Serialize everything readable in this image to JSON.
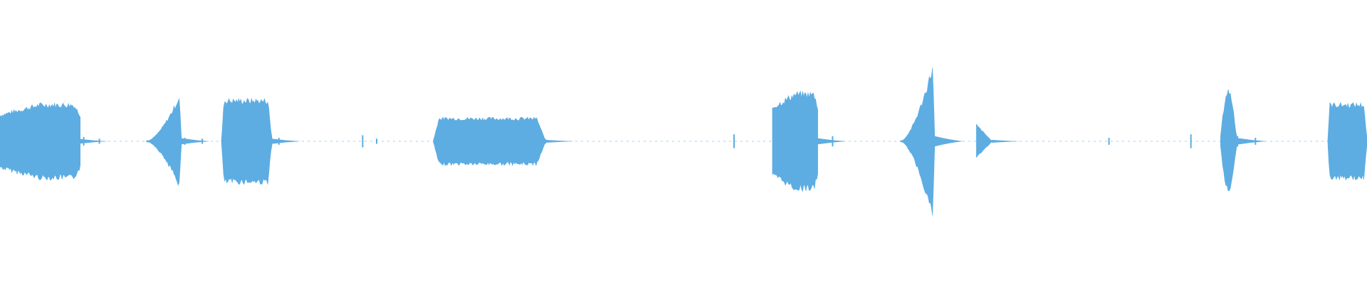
{
  "waveform": {
    "color": "#5dade2",
    "background": "#ffffff",
    "duration_units": 1568,
    "segments": [
      {
        "start": 0,
        "end": 92,
        "peak": 0.45,
        "shape": "plateau-swell"
      },
      {
        "start": 168,
        "end": 208,
        "peak": 0.6,
        "shape": "rise"
      },
      {
        "start": 254,
        "end": 312,
        "peak": 0.5,
        "shape": "plateau"
      },
      {
        "start": 497,
        "end": 626,
        "peak": 0.28,
        "shape": "plateau"
      },
      {
        "start": 886,
        "end": 938,
        "peak": 0.58,
        "shape": "plateau-swell"
      },
      {
        "start": 1033,
        "end": 1072,
        "peak": 1.0,
        "shape": "rise"
      },
      {
        "start": 1120,
        "end": 1138,
        "peak": 0.2,
        "shape": "decay"
      },
      {
        "start": 1400,
        "end": 1420,
        "peak": 0.62,
        "shape": "spike"
      },
      {
        "start": 1523,
        "end": 1568,
        "peak": 0.45,
        "shape": "plateau"
      }
    ],
    "blips": [
      {
        "pos": 96,
        "amp": 0.05
      },
      {
        "pos": 114,
        "amp": 0.03
      },
      {
        "pos": 212,
        "amp": 0.04
      },
      {
        "pos": 232,
        "amp": 0.03
      },
      {
        "pos": 320,
        "amp": 0.04
      },
      {
        "pos": 416,
        "amp": 0.07
      },
      {
        "pos": 432,
        "amp": 0.03
      },
      {
        "pos": 842,
        "amp": 0.08
      },
      {
        "pos": 955,
        "amp": 0.06
      },
      {
        "pos": 1080,
        "amp": 0.04
      },
      {
        "pos": 1272,
        "amp": 0.04
      },
      {
        "pos": 1366,
        "amp": 0.08
      },
      {
        "pos": 1440,
        "amp": 0.04
      }
    ]
  }
}
